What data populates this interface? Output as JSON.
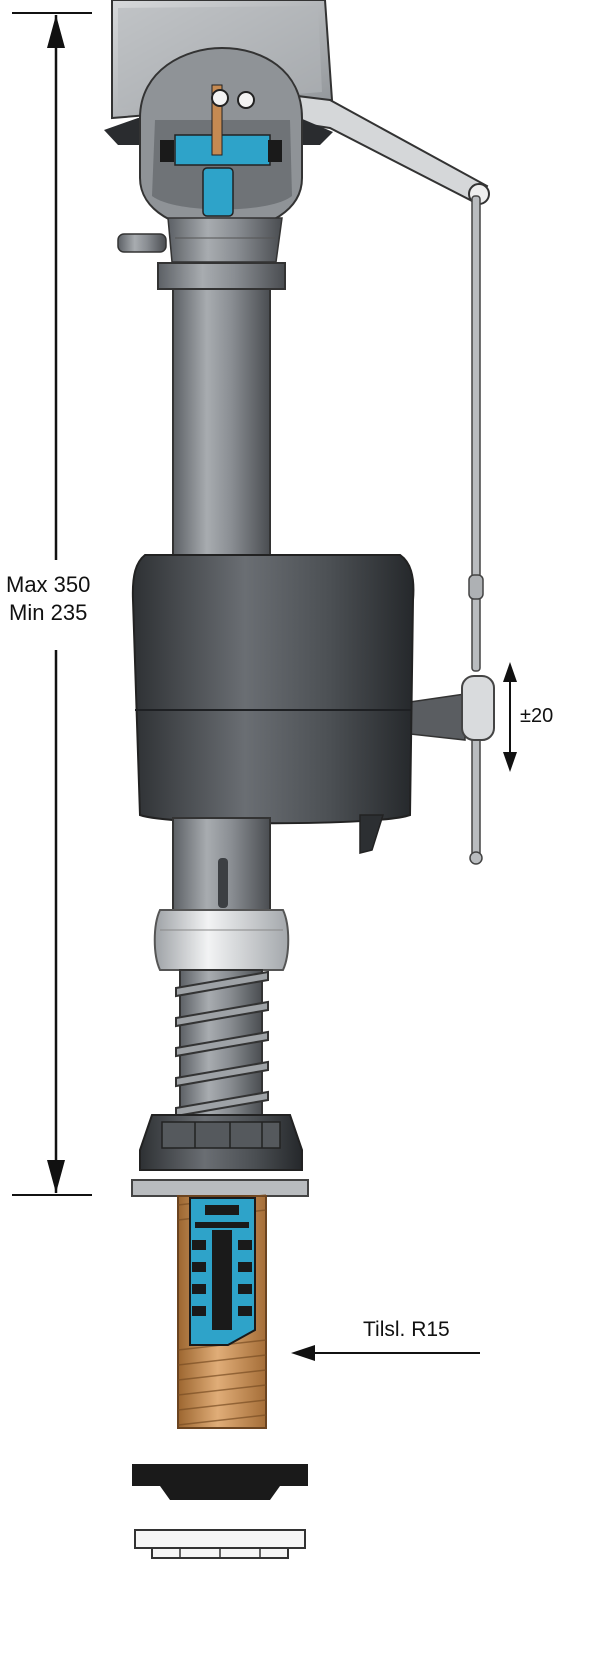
{
  "labels": {
    "height_max": "Max 350",
    "height_min": "Min 235",
    "float_adjust": "±20",
    "connection": "Tilsl. R15"
  },
  "colors": {
    "body_grey": "#8e9398",
    "dark_grey": "#3c3f43",
    "light_grey": "#c9cbcd",
    "brass": "#c58a52",
    "water_blue": "#2ea3c9",
    "black": "#1a1a1a"
  }
}
